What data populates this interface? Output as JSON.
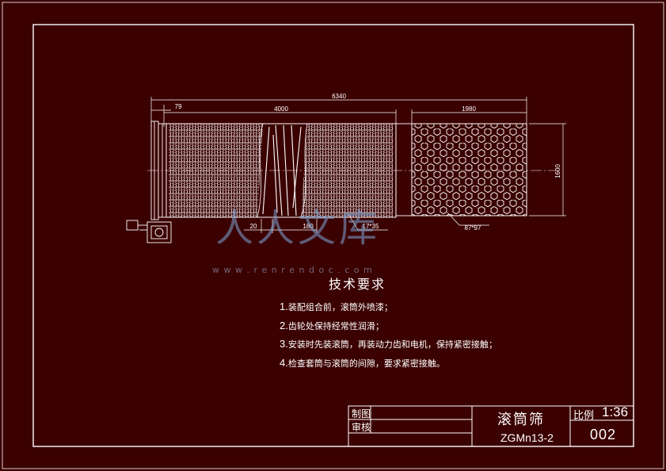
{
  "dimensions": {
    "total_length": "6340",
    "first_offset": "79",
    "main_section": "4000",
    "second_section": "1980",
    "height": "1600",
    "hole_gap": "20",
    "spiral_pitch": "180",
    "fine_hole": "17*35",
    "coarse_hole": "87*97"
  },
  "requirements": {
    "title": "技术要求",
    "items": [
      {
        "num": "1.",
        "text": "装配组合前，滚筒外喷漆；"
      },
      {
        "num": "2.",
        "text": "齿轮处保持经常性润滑；"
      },
      {
        "num": "3.",
        "text": "安装时先装滚筒，再装动力齿和电机，保持紧密接触；"
      },
      {
        "num": "4.",
        "text": "检查套筒与滚筒的间隙，要求紧密接触。"
      }
    ]
  },
  "title_block": {
    "drawn_label": "制图",
    "checked_label": "审核",
    "part_name": "滚筒筛",
    "code": "ZGMn13-2",
    "scale_label": "比例",
    "scale_value": "1:36",
    "drawing_no": "002"
  },
  "watermark": {
    "logo_text": "人人文库",
    "url": "w w w . r e n r e n d o c . c o m"
  },
  "colors": {
    "background": "#3b0000",
    "line": "#ffffff",
    "watermark": "#7ea7d8"
  }
}
